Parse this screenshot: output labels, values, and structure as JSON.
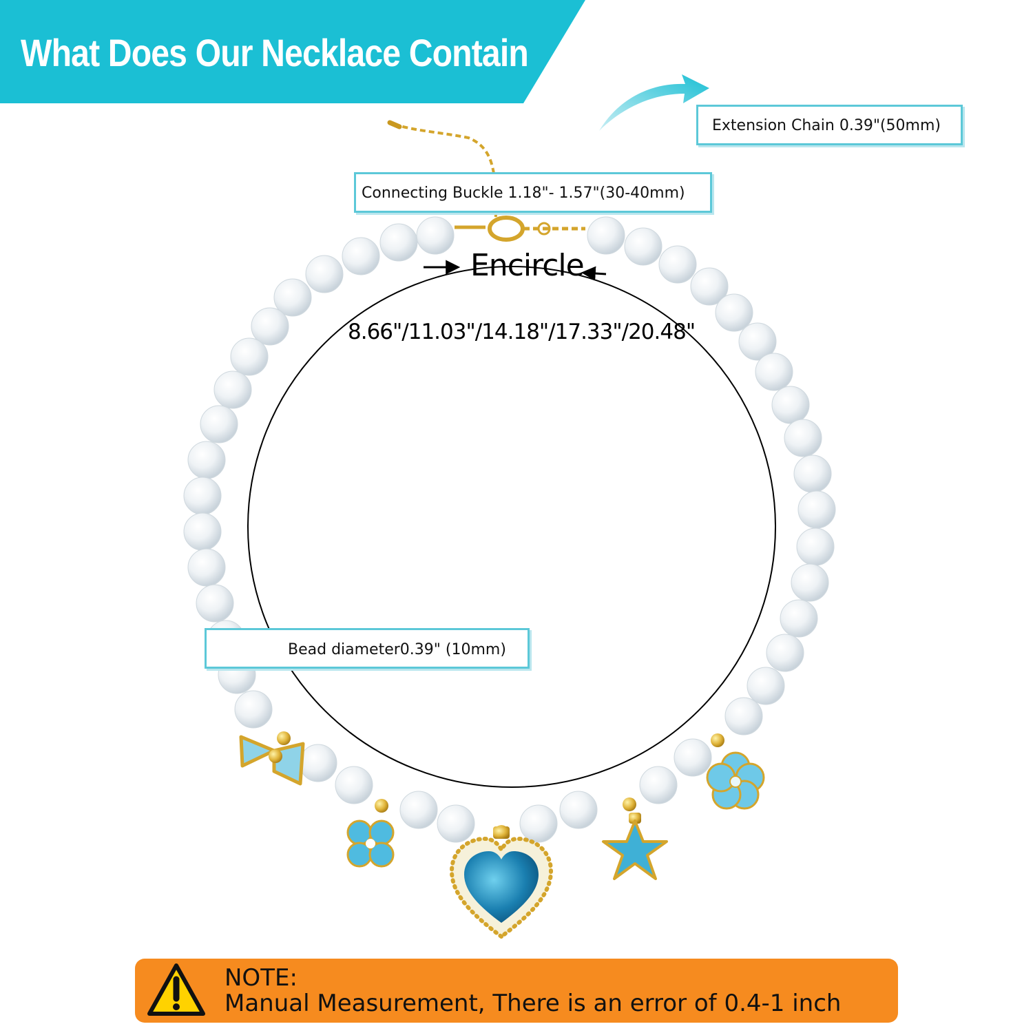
{
  "banner": {
    "title": "What Does Our Necklace Contain",
    "color": "#1bbfd4"
  },
  "labels": {
    "extension_chain": "Extension Chain 0.39\"(50mm)",
    "connecting_buckle": "Connecting Buckle 1.18\"- 1.57\"(30-40mm)",
    "bead_diameter": "Bead diameter0.39\"  (10mm)"
  },
  "measurement": {
    "title": "Encircle",
    "sizes": "8.66\"/11.03\"/14.18\"/17.33\"/20.48\""
  },
  "note": {
    "title": "NOTE:",
    "text": "Manual Measurement, There is an error of 0.4-1 inch",
    "icon": "warning-icon",
    "background": "#f68b1f"
  },
  "charms": [
    "bow-charm",
    "clover-charm",
    "heart-gem-charm",
    "starfish-charm",
    "flower-charm"
  ],
  "colors": {
    "accent": "#5cc8d8",
    "charm_blue": "#3fb0d6",
    "gold": "#e0b43a",
    "pearl": "#f4f7f9"
  }
}
